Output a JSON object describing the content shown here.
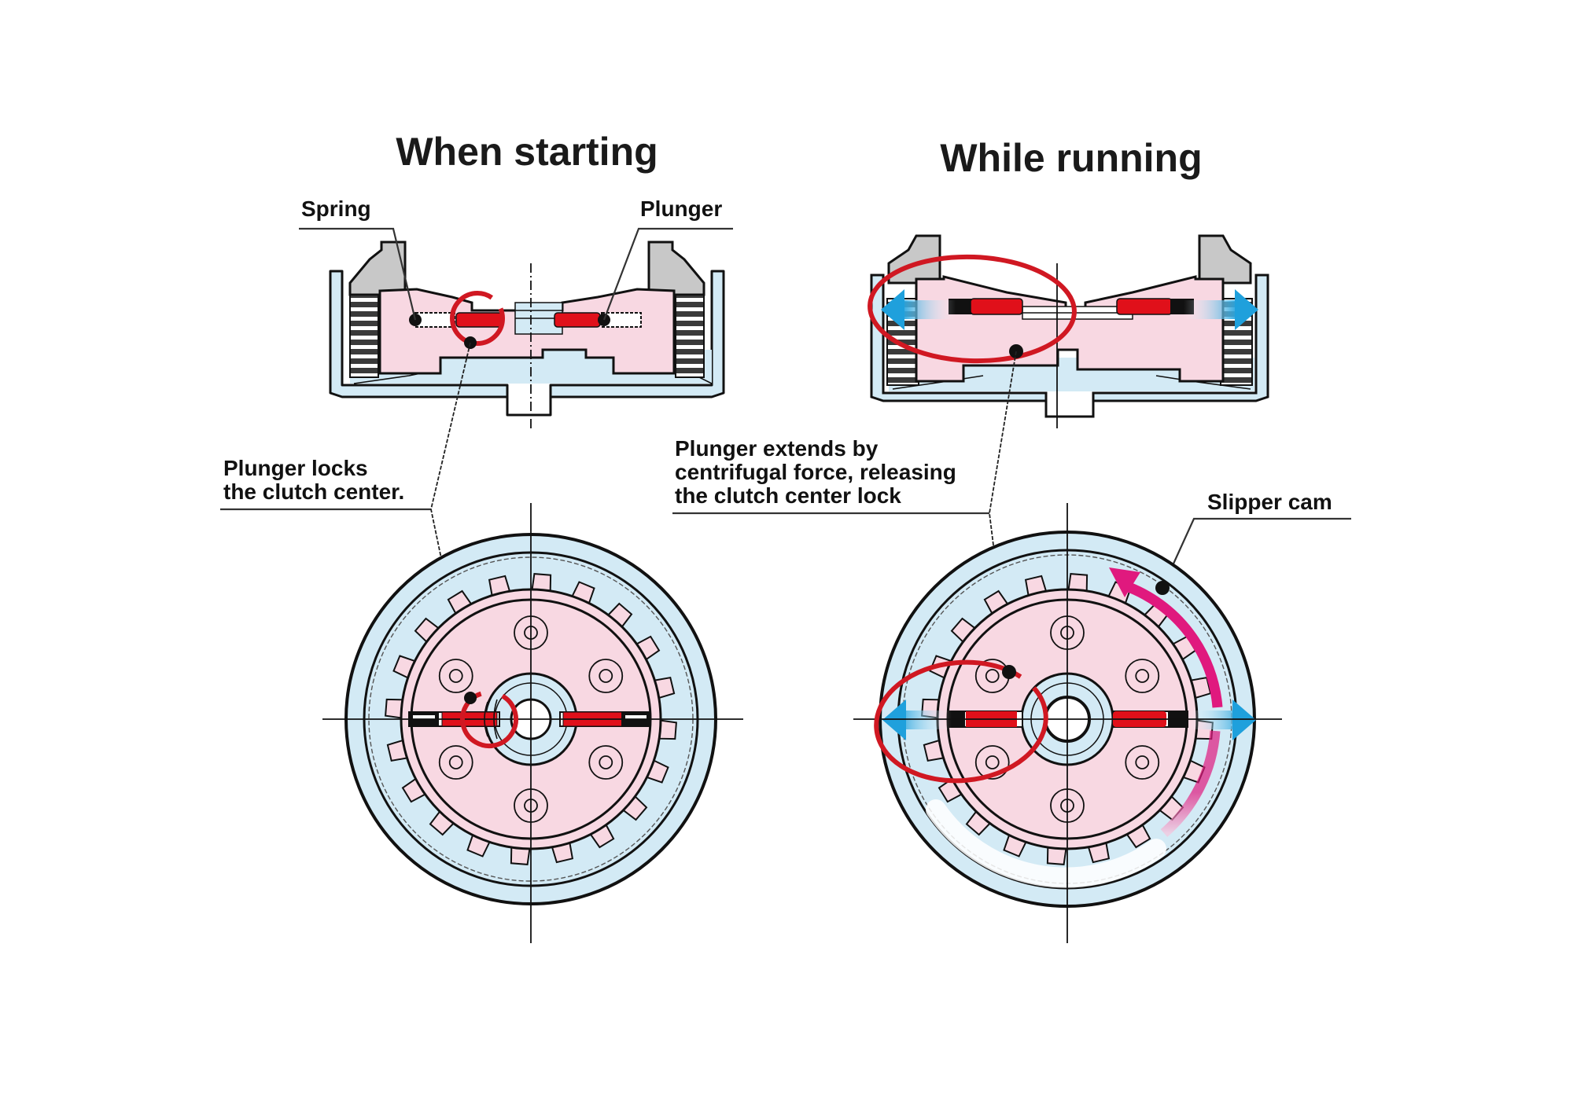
{
  "diagram": {
    "subject": "Clutch centrifugal plunger lock mechanism",
    "panels": [
      {
        "id": "starting",
        "title": "When starting",
        "labels": {
          "spring": "Spring",
          "plunger": "Plunger",
          "caption_line1": "Plunger locks",
          "caption_line2": "the clutch center."
        }
      },
      {
        "id": "running",
        "title": "While running",
        "labels": {
          "caption_line1": "Plunger extends by",
          "caption_line2": "centrifugal force, releasing",
          "caption_line3": "the clutch center lock",
          "slipper_cam": "Slipper cam"
        }
      }
    ],
    "colors": {
      "housing_blue": "#d3eaf5",
      "center_pink": "#f8d8e2",
      "plunger_red": "#e0101a",
      "highlight_ring": "#d01822",
      "arrow_blue": "#29a8df",
      "slipper_arrow_magenta": "#e0197e",
      "pressure_plate_gray": "#c8c8c8",
      "outline": "#111111"
    },
    "icons": {
      "extend_arrows": "double-headed-blue-arrow",
      "rotation_arrow": "curved-magenta-arrow"
    }
  }
}
